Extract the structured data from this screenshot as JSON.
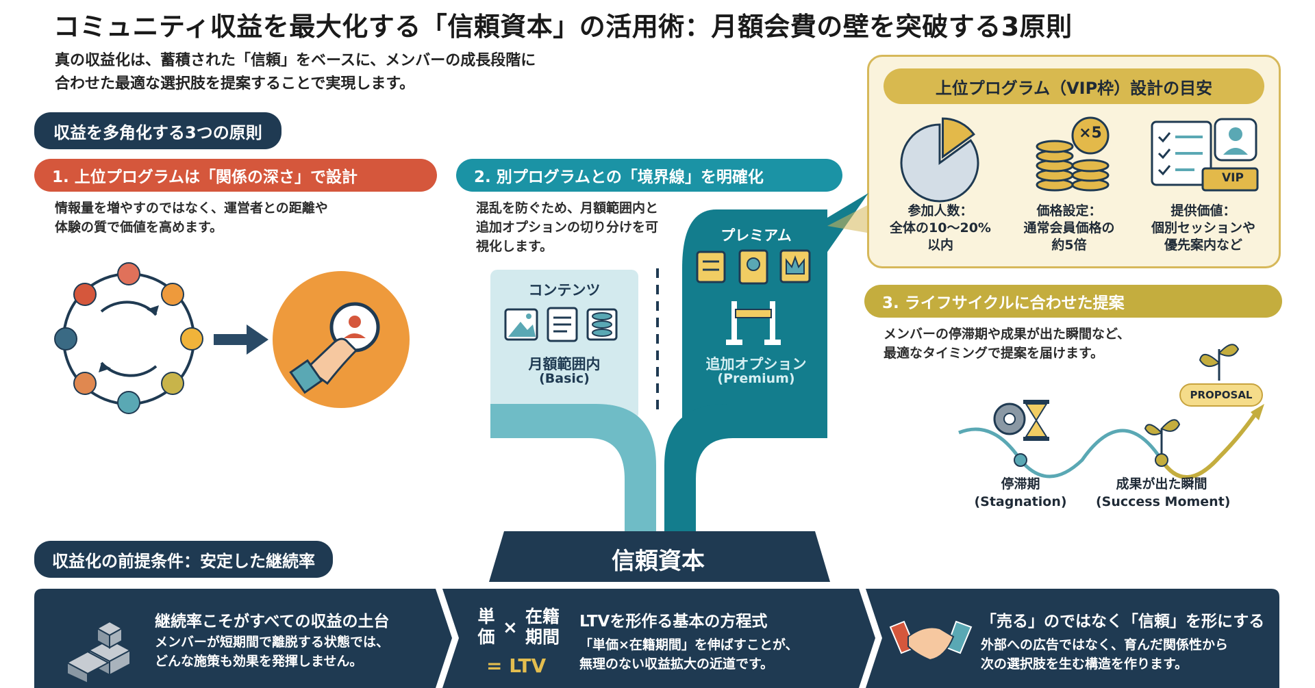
{
  "title": "コミュニティ収益を最大化する「信頼資本」の活用術：月額会費の壁を突破する3原則",
  "intro": [
    "真の収益化は、蓄積された「信頼」をベースに、メンバーの成長段階に",
    "合わせた最適な選択肢を提案することで実現します。"
  ],
  "section_label": "収益を多角化する3つの原則",
  "principle1": {
    "label": "1. 上位プログラムは「関係の深さ」で設計",
    "desc": [
      "情報量を増やすのではなく、運営者との距離や",
      "体験の質で価値を高めます。"
    ]
  },
  "principle2": {
    "label": "2. 別プログラムとの「境界線」を明確化",
    "desc": [
      "混乱を防ぐため、月額範囲内と",
      "追加オプションの切り分けを可",
      "視化します。"
    ],
    "basic_title": "コンテンツ",
    "basic_label": "月額範囲内",
    "basic_sub": "(Basic)",
    "premium_title": "プレミアム",
    "premium_label": "追加オプション",
    "premium_sub": "(Premium)"
  },
  "vip": {
    "title": "上位プログラム（VIP枠）設計の目安",
    "multiplier": "×5",
    "badge": "VIP",
    "items": [
      {
        "lines": [
          "参加人数：",
          "全体の10〜20%",
          "以内"
        ]
      },
      {
        "lines": [
          "価格設定：",
          "通常会員価格の",
          "約5倍"
        ]
      },
      {
        "lines": [
          "提供価値：",
          "個別セッションや",
          "優先案内など"
        ]
      }
    ]
  },
  "principle3": {
    "label": "3. ライフサイクルに合わせた提案",
    "desc": [
      "メンバーの停滞期や成果が出た瞬間など、",
      "最適なタイミングで提案を届けます。"
    ],
    "proposal": "PROPOSAL",
    "stagnation": [
      "停滞期",
      "(Stagnation)"
    ],
    "success": [
      "成果が出た瞬間",
      "(Success Moment)"
    ]
  },
  "trust_capital": "信頼資本",
  "premise_label": "収益化の前提条件：安定した継続率",
  "band": {
    "retention": {
      "title": "継続率こそがすべての収益の土台",
      "body": [
        "メンバーが短期間で離脱する状態では、",
        "どんな施策も効果を発揮しません。"
      ]
    },
    "ltv": {
      "unit_price": [
        "単",
        "価"
      ],
      "times": "×",
      "tenure": [
        "在籍",
        "期間"
      ],
      "result": "= LTV",
      "title": "LTVを形作る基本の方程式",
      "body": [
        "「単価×在籍期間」を伸ばすことが、",
        "無理のない収益拡大の近道です。"
      ]
    },
    "trust": {
      "title": "「売る」のではなく「信頼」を形にする",
      "body": [
        "外部への広告ではなく、育んだ関係性から",
        "次の選択肢を生む構造を作ります。"
      ]
    }
  },
  "colors": {
    "navy": "#1f3a52",
    "red": "#d5573c",
    "teal": "#1b93a5",
    "olive": "#c4ad3e",
    "gold": "#d8b94f"
  },
  "chart_data": {
    "type": "pie",
    "title": "",
    "values": [
      85,
      15
    ]
  }
}
